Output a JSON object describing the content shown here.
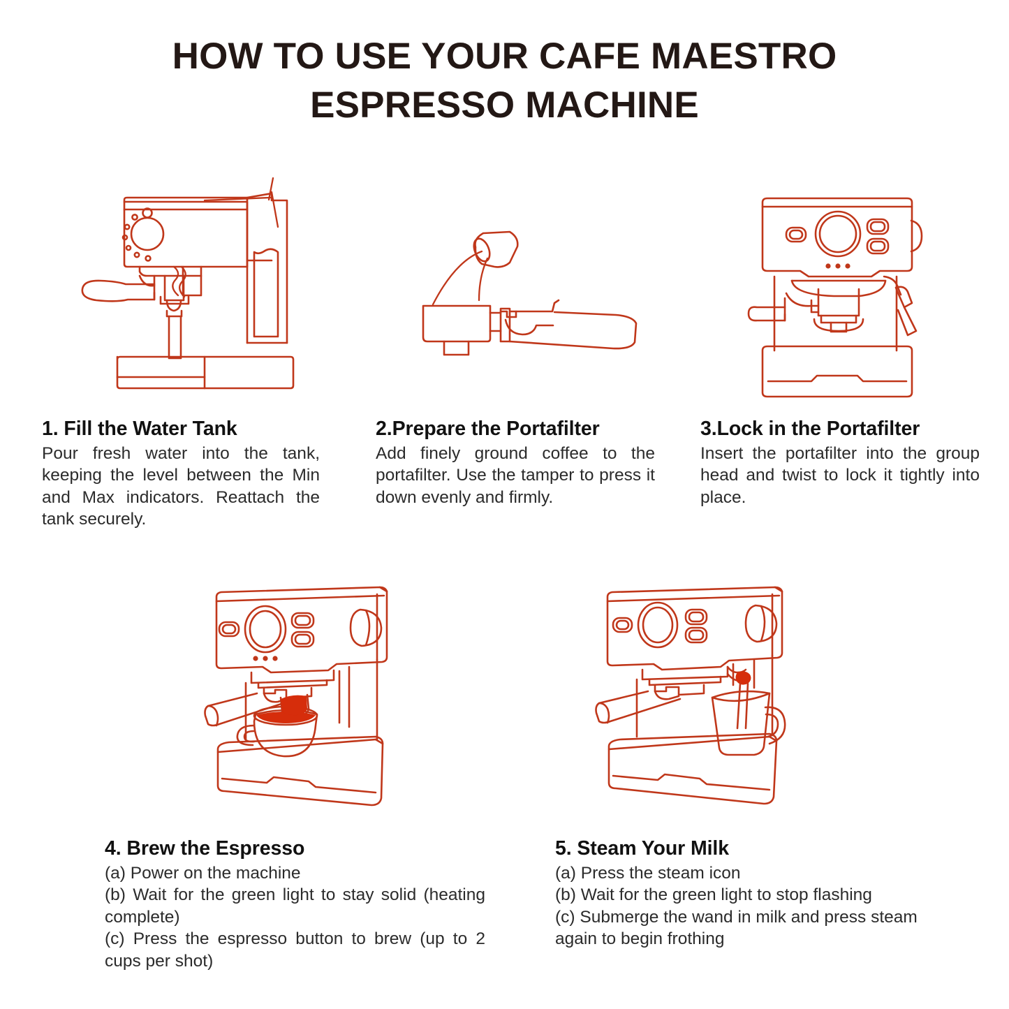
{
  "document": {
    "title_lines": [
      "HOW TO USE YOUR CAFE MAESTRO",
      "ESPRESSO MACHINE"
    ],
    "title_full": "HOW TO USE YOUR CAFE MAESTRO ESPRESSO MACHINE",
    "background_color": "#FFFFFF",
    "ink_color": "#C0371A",
    "accent_fill_color": "#D62D0B",
    "heading_color": "#231815",
    "body_text_color": "#2B2B2B"
  },
  "steps": [
    {
      "number": "1",
      "heading": "1. Fill the Water Tank",
      "body": "Pour fresh water into the tank, keeping the level between the Min and Max indicators. Reattach the tank securely.",
      "illustration_name": "espresso-machine-side-view-open-water-tank"
    },
    {
      "number": "2",
      "heading": "2.Prepare the Portafilter",
      "body": "Add finely ground coffee to the portafilter. Use the tamper to press it down evenly and firmly.",
      "illustration_name": "portafilter-with-coffee-being-poured"
    },
    {
      "number": "3",
      "heading": "3.Lock in the Portafilter",
      "body": "Insert the portafilter into the group head and twist to lock it tightly into place.",
      "illustration_name": "espresso-machine-front-view-portafilter-locked"
    },
    {
      "number": "4",
      "heading": "4. Brew the Espresso",
      "substeps": [
        "(a) Power on the machine",
        "(b) Wait for the green light to stay solid (heating complete)",
        "(c) Press the espresso button to brew (up to 2 cups per shot)"
      ],
      "illustration_name": "espresso-machine-brewing-into-cup"
    },
    {
      "number": "5",
      "heading": "5. Steam Your Milk",
      "substeps": [
        "(a) Press the steam icon",
        "(b) Wait for the green light to stop flashing",
        "(c) Submerge the wand in milk and press steam again to begin frothing"
      ],
      "illustration_name": "espresso-machine-steaming-milk-in-pitcher"
    }
  ]
}
